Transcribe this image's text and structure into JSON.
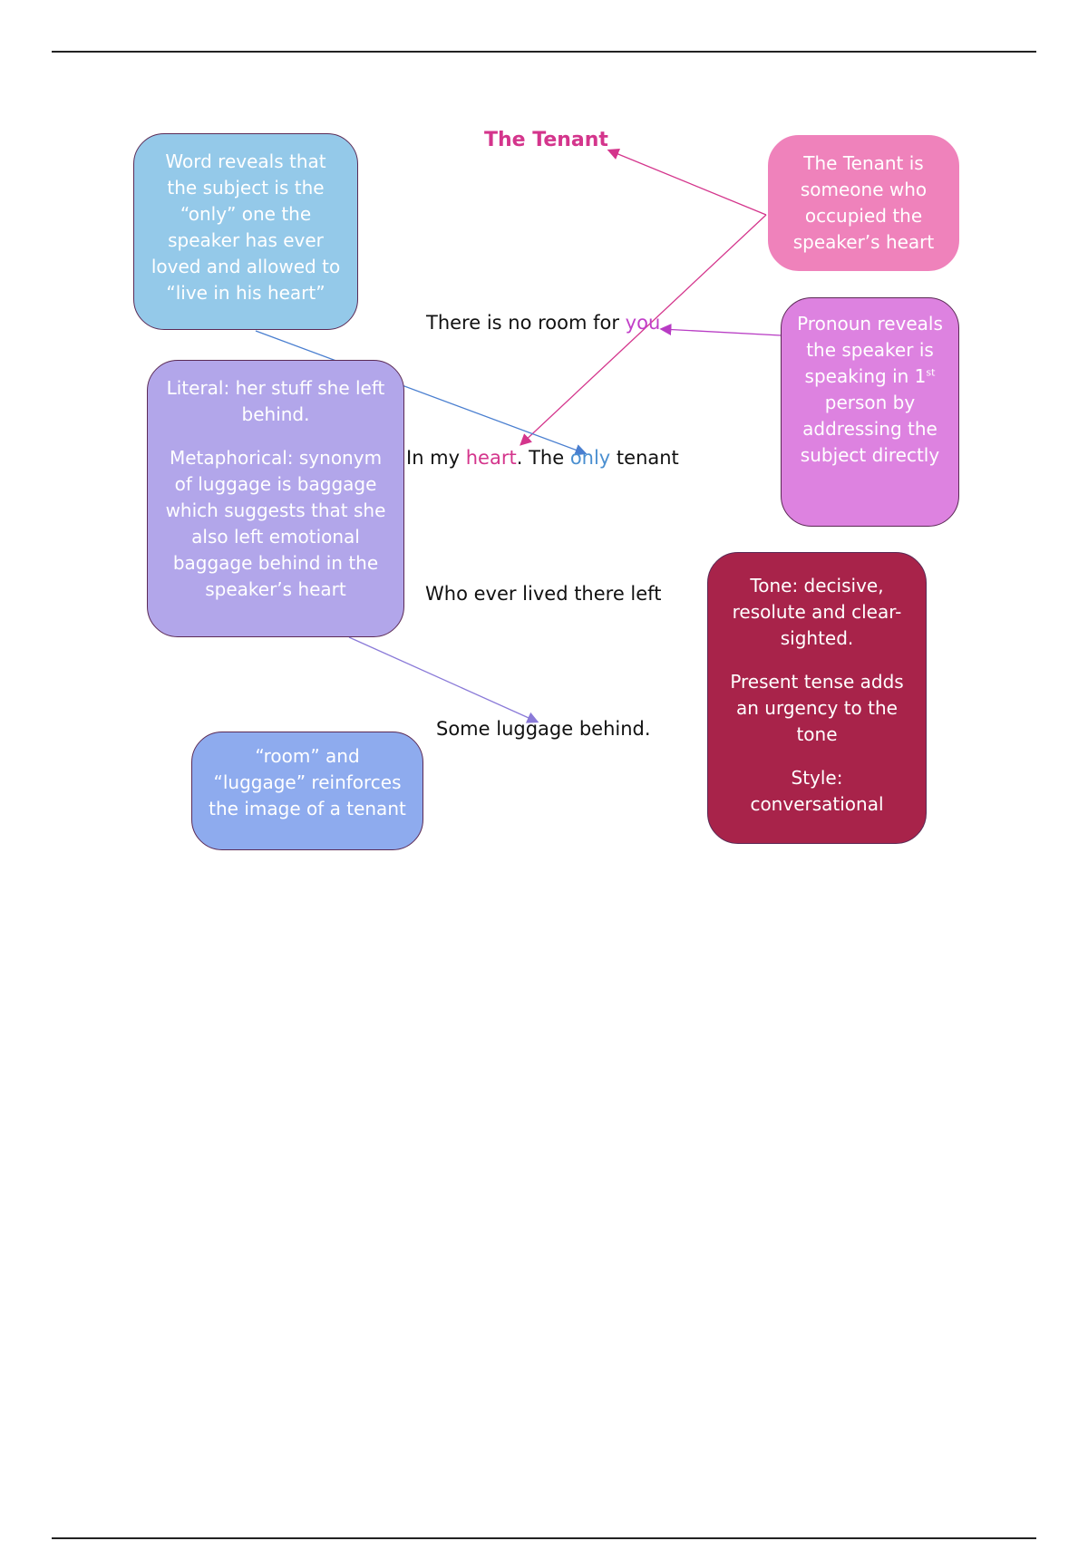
{
  "poem": {
    "title": "The Tenant",
    "line1": {
      "text": "There is no room for ",
      "highlight": "you"
    },
    "line2": {
      "before": "In my ",
      "highlight1": "heart",
      "middle": ". The ",
      "highlight2": "only",
      "after": " tenant"
    },
    "line3": "Who ever lived there left",
    "line4": "Some luggage behind."
  },
  "notes": {
    "only_word": "Word reveals that the subject is the “only” one the speaker has ever loved and allowed to “live in his heart”",
    "tenant": "The Tenant is someone who occupied the speaker’s heart",
    "pronoun": {
      "before": "Pronoun reveals the speaker is speaking in 1",
      "sup": "st",
      "after": " person by addressing the subject directly"
    },
    "luggage": {
      "literal": "Literal: her stuff she left behind.",
      "metaphorical": "Metaphorical: synonym of luggage is baggage which suggests that she also left emotional baggage behind in the speaker’s heart"
    },
    "tone": {
      "tone": "Tone: decisive, resolute and clear-sighted.",
      "tense": "Present tense adds an urgency to the tone",
      "style": "Style: conversational"
    },
    "room": "“room” and “luggage” reinforces the image of a tenant"
  },
  "colors": {
    "pink_accent": "#d4358c",
    "blue_accent": "#4a8fd0",
    "purple_accent": "#c13fc8",
    "box_only": "#94c9e9",
    "box_tenant": "#ef82bb",
    "box_pronoun": "#dd82e0",
    "box_luggage": "#b2a6ea",
    "box_tone": "#a8234a",
    "box_room": "#8eabee"
  }
}
